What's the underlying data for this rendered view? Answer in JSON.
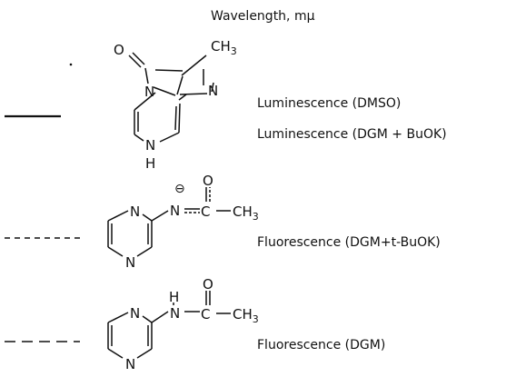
{
  "header": {
    "title": "Wavelength, mμ"
  },
  "legend": [
    {
      "style": "solid",
      "labels": [
        "Luminescence (DMSO)",
        "Luminescence (DGM + BuOK)"
      ]
    },
    {
      "style": "dotted",
      "labels": [
        "Fluorescence (DGM+t-BuOK)"
      ]
    },
    {
      "style": "dashed",
      "labels": [
        "Fluorescence (DGM)"
      ]
    }
  ],
  "structures": {
    "s1": {
      "o": "O",
      "n1": "N",
      "n2": "N",
      "n3": "N",
      "h": "H",
      "ch3": "CH",
      "ch3_sub": "3"
    },
    "s2": {
      "minus": "⊖",
      "o": "O",
      "n_amide": "N",
      "n_ring1": "N",
      "n_ring2": "N",
      "c": "C",
      "ch3": "CH",
      "ch3_sub": "3"
    },
    "s3": {
      "h": "H",
      "o": "O",
      "n_amide": "N",
      "n_ring1": "N",
      "n_ring2": "N",
      "c": "C",
      "ch3": "CH",
      "ch3_sub": "3"
    }
  }
}
